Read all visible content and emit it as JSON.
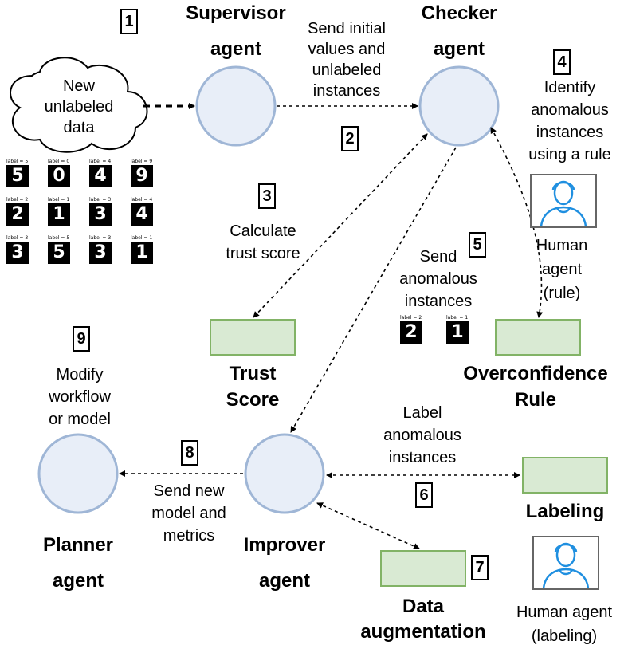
{
  "nodes": {
    "supervisor": {
      "line1": "Supervisor",
      "line2": "agent"
    },
    "checker": {
      "line1": "Checker",
      "line2": "agent"
    },
    "improver": {
      "line1": "Improver",
      "line2": "agent"
    },
    "planner": {
      "line1": "Planner",
      "line2": "agent"
    }
  },
  "boxes": {
    "trust": {
      "line1": "Trust",
      "line2": "Score"
    },
    "overconfidence": {
      "line1": "Overconfidence",
      "line2": "Rule"
    },
    "labeling": {
      "line1": "Labeling"
    },
    "augmentation": {
      "line1": "Data",
      "line2": "augmentation"
    }
  },
  "cloud": {
    "line1": "New",
    "line2": "unlabeled",
    "line3": "data"
  },
  "steps": [
    "1",
    "2",
    "3",
    "4",
    "5",
    "6",
    "7",
    "8",
    "9"
  ],
  "edge_labels": {
    "send_initial": [
      "Send initial",
      "values and",
      "unlabeled",
      "instances"
    ],
    "calc_trust": [
      "Calculate",
      "trust score"
    ],
    "identify": [
      "Identify",
      "anomalous",
      "instances",
      "using a rule"
    ],
    "send_anomalous": [
      "Send",
      "anomalous",
      "instances"
    ],
    "label_anomalous": [
      "Label",
      "anomalous",
      "instances"
    ],
    "send_model": [
      "Send new",
      "model and",
      "metrics"
    ],
    "modify": [
      "Modify",
      "workflow",
      "or model"
    ]
  },
  "human_rule": [
    "Human",
    "agent",
    "(rule)"
  ],
  "human_labeling": [
    "Human agent",
    "(labeling)"
  ],
  "mnist_grid": [
    {
      "label": "label = 5",
      "digit": "5"
    },
    {
      "label": "label = 0",
      "digit": "0"
    },
    {
      "label": "label = 4",
      "digit": "4"
    },
    {
      "label": "label = 9",
      "digit": "9"
    },
    {
      "label": "label = 2",
      "digit": "2"
    },
    {
      "label": "label = 1",
      "digit": "1"
    },
    {
      "label": "label = 3",
      "digit": "3"
    },
    {
      "label": "label = 4",
      "digit": "4"
    },
    {
      "label": "label = 3",
      "digit": "3"
    },
    {
      "label": "label = 5",
      "digit": "5"
    },
    {
      "label": "label = 3",
      "digit": "3"
    },
    {
      "label": "label = 1",
      "digit": "1"
    }
  ],
  "mnist_anomalous": [
    {
      "label": "label = 2",
      "digit": "2"
    },
    {
      "label": "label = 1",
      "digit": "1"
    }
  ],
  "colors": {
    "circle_fill": "#e8eef8",
    "circle_stroke": "#9fb6d6",
    "box_fill": "#d9ead3",
    "box_stroke": "#82b366",
    "icon": "#1f8fe0"
  }
}
